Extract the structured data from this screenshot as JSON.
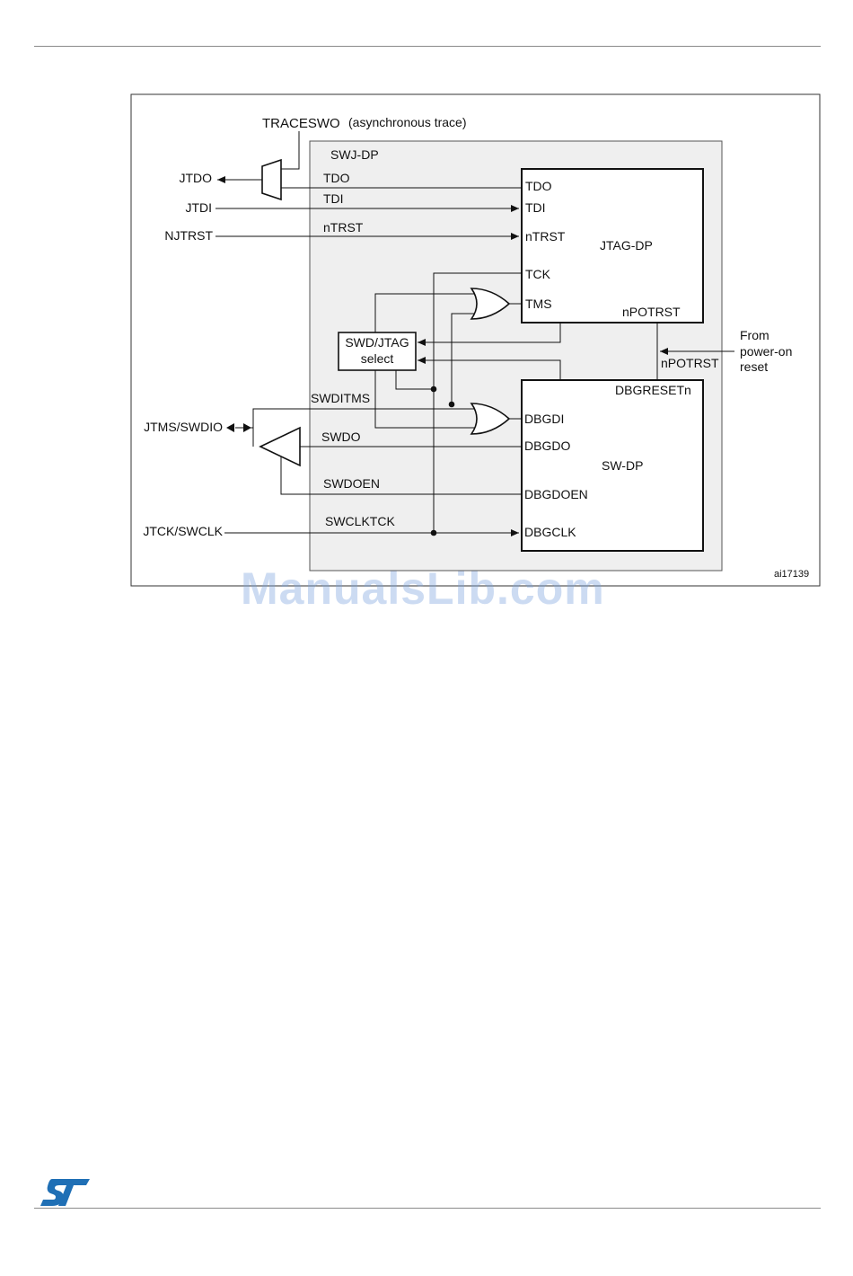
{
  "diagram": {
    "figure_id": "ai17139",
    "swj_dp_label": "SWJ-DP",
    "traceswo": {
      "name": "TRACESWO",
      "note": "(asynchronous trace)"
    },
    "pins": {
      "jtdo": "JTDO",
      "jtdi": "JTDI",
      "njtrst": "NJTRST",
      "jtms_swdio": "JTMS/SWDIO",
      "jtck_swclk": "JTCK/SWCLK"
    },
    "signals": {
      "tdo": "TDO",
      "tdi": "TDI",
      "ntrst": "nTRST",
      "swditms": "SWDITMS",
      "swdo": "SWDO",
      "swdoen": "SWDOEN",
      "swclktck": "SWCLKTCK",
      "npotrst": "nPOTRST"
    },
    "jtag_dp": {
      "title": "JTAG-DP",
      "ports": {
        "tdo": "TDO",
        "tdi": "TDI",
        "ntrst": "nTRST",
        "tck": "TCK",
        "tms": "TMS",
        "npotrst": "nPOTRST"
      }
    },
    "sw_dp": {
      "title": "SW-DP",
      "ports": {
        "dbgresetn": "DBGRESETn",
        "dbgdi": "DBGDI",
        "dbgdo": "DBGDO",
        "dbgdoen": "DBGDOEN",
        "dbgclk": "DBGCLK"
      }
    },
    "select_box": {
      "line1": "SWD/JTAG",
      "line2": "select"
    },
    "power_on": {
      "line1": "From",
      "line2": "power-on",
      "line3": "reset"
    }
  },
  "watermark": "ManualsLib.com",
  "colors": {
    "swj_fill": "#efefef",
    "line": "#111111",
    "logo": "#1f6fb5",
    "watermark": "#a9c3e6"
  },
  "icons": {
    "logo": "st-logo-icon"
  }
}
